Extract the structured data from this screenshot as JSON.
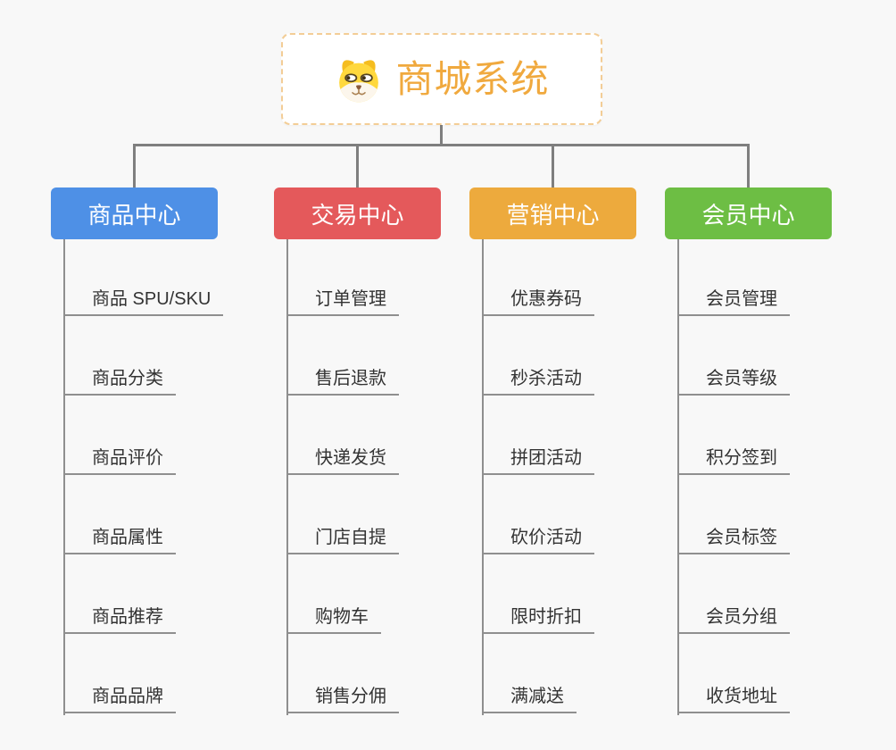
{
  "canvas": {
    "background": "#f8f8f8",
    "connector_color": "#7f7f7f",
    "child_line_color": "#8f8f8f",
    "child_text_color": "#333333"
  },
  "root": {
    "title": "商城系统",
    "icon": "dog-face-icon",
    "accent_color": "#f0a93e",
    "border_color": "#f3cd96",
    "background": "#ffffff"
  },
  "branches": [
    {
      "label": "商品中心",
      "color": "#4e90e6",
      "children": [
        "商品 SPU/SKU",
        "商品分类",
        "商品评价",
        "商品属性",
        "商品推荐",
        "商品品牌"
      ]
    },
    {
      "label": "交易中心",
      "color": "#e4595b",
      "children": [
        "订单管理",
        "售后退款",
        "快递发货",
        "门店自提",
        "购物车",
        "销售分佣"
      ]
    },
    {
      "label": "营销中心",
      "color": "#edaa3d",
      "children": [
        "优惠券码",
        "秒杀活动",
        "拼团活动",
        "砍价活动",
        "限时折扣",
        "满减送"
      ]
    },
    {
      "label": "会员中心",
      "color": "#6dbe44",
      "children": [
        "会员管理",
        "会员等级",
        "积分签到",
        "会员标签",
        "会员分组",
        "收货地址"
      ]
    }
  ]
}
